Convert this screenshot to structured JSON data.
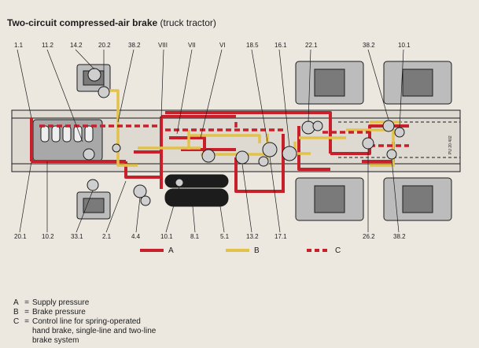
{
  "title": {
    "bold": "Two-circuit compressed-air brake",
    "normal": "(truck tractor)"
  },
  "colors": {
    "A": "#c8202a",
    "B": "#e3c24a",
    "C": "#c8202a",
    "line": "#1c1c1c",
    "background": "#ece8e0"
  },
  "top_labels": [
    "1.1",
    "11.2",
    "14.2",
    "20.2",
    "38.2",
    "VIII",
    "VII",
    "VI",
    "18.5",
    "16.1",
    "22.1",
    "38.2",
    "10.1"
  ],
  "bottom_labels": [
    "20.1",
    "10.2",
    "33.1",
    "2.1",
    "4.4",
    "10.1",
    "8.1",
    "5.1",
    "13.2",
    "17.1",
    "26.2",
    "38.2"
  ],
  "legend": [
    {
      "key": "A",
      "style": "solid"
    },
    {
      "key": "B",
      "style": "solid"
    },
    {
      "key": "C",
      "style": "dashed"
    }
  ],
  "side_note": "PU 20 402",
  "notes": [
    {
      "key": "A",
      "text": "Supply pressure"
    },
    {
      "key": "B",
      "text": "Brake pressure"
    },
    {
      "key": "C",
      "text": "Control line for spring-operated\nhand brake, single-line and two-line\nbrake system"
    }
  ]
}
